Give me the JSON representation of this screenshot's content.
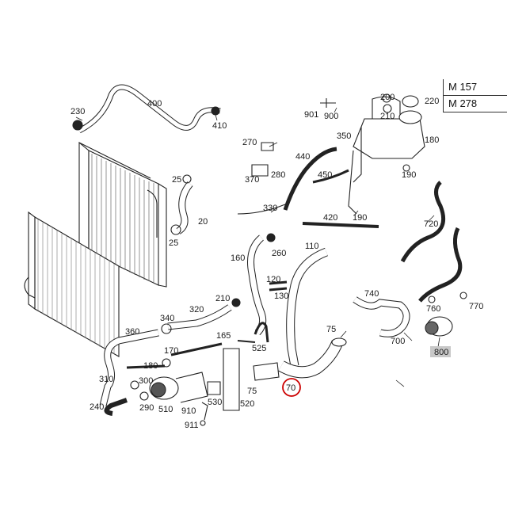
{
  "engine_codes": [
    "M 157",
    "M 278"
  ],
  "callouts": {
    "c400": "400",
    "c230": "230",
    "c410": "410",
    "c200": "200",
    "c220": "220",
    "c901": "901",
    "c900": "900",
    "c210": "210",
    "c180": "180",
    "c350": "350",
    "c270": "270",
    "c280": "280",
    "c370": "370",
    "c440": "440",
    "c450": "450",
    "c190a": "190",
    "c25a": "25",
    "c20": "20",
    "c25b": "25",
    "c330": "330",
    "c420": "420",
    "c190b": "190",
    "c720": "720",
    "c160": "160",
    "c260": "260",
    "c110": "110",
    "c120": "120",
    "c130": "130",
    "c740": "740",
    "c760": "760",
    "c770": "770",
    "c210b": "210",
    "c320": "320",
    "c340": "340",
    "c360": "360",
    "c165": "165",
    "c525": "525",
    "c75a": "75",
    "c700": "700",
    "c800": "800",
    "c170": "170",
    "c180b": "180",
    "c310": "310",
    "c300": "300",
    "c530": "530",
    "c75b": "75",
    "c240": "240",
    "c290": "290",
    "c510": "510",
    "c910": "910",
    "c520": "520",
    "c911": "911",
    "c70": "70"
  },
  "highlight": {
    "color": "#cc0000",
    "callout": "70"
  }
}
